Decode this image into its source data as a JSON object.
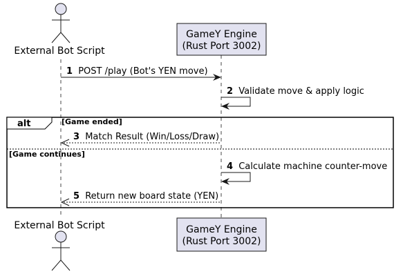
{
  "diagram": {
    "participants": [
      {
        "id": "bot",
        "type": "actor",
        "name": "External Bot Script"
      },
      {
        "id": "engine",
        "type": "participant",
        "name_lines": [
          "GameY Engine",
          "(Rust Port 3002)"
        ]
      }
    ],
    "colors": {
      "participant_fill": "#E2E2F0",
      "participant_stroke": "#181818",
      "lifeline": "#181818",
      "arrow": "#181818",
      "frame": "#000000"
    },
    "messages": [
      {
        "num": "1",
        "text": "POST /play (Bot's YEN move)",
        "from": "bot",
        "to": "engine",
        "style": "solid"
      },
      {
        "num": "2",
        "text": "Validate move & apply logic",
        "from": "engine",
        "to": "engine",
        "style": "solid"
      },
      {
        "num": "3",
        "text": "Match Result (Win/Loss/Draw)",
        "from": "engine",
        "to": "bot",
        "style": "dashed"
      },
      {
        "num": "4",
        "text": "Calculate machine counter-move",
        "from": "engine",
        "to": "engine",
        "style": "solid"
      },
      {
        "num": "5",
        "text": "Return new board state (YEN)",
        "from": "engine",
        "to": "bot",
        "style": "dashed"
      }
    ],
    "alt_frame": {
      "keyword": "alt",
      "sections": [
        {
          "guard": "[Game ended]"
        },
        {
          "guard": "[Game continues]"
        }
      ]
    }
  }
}
